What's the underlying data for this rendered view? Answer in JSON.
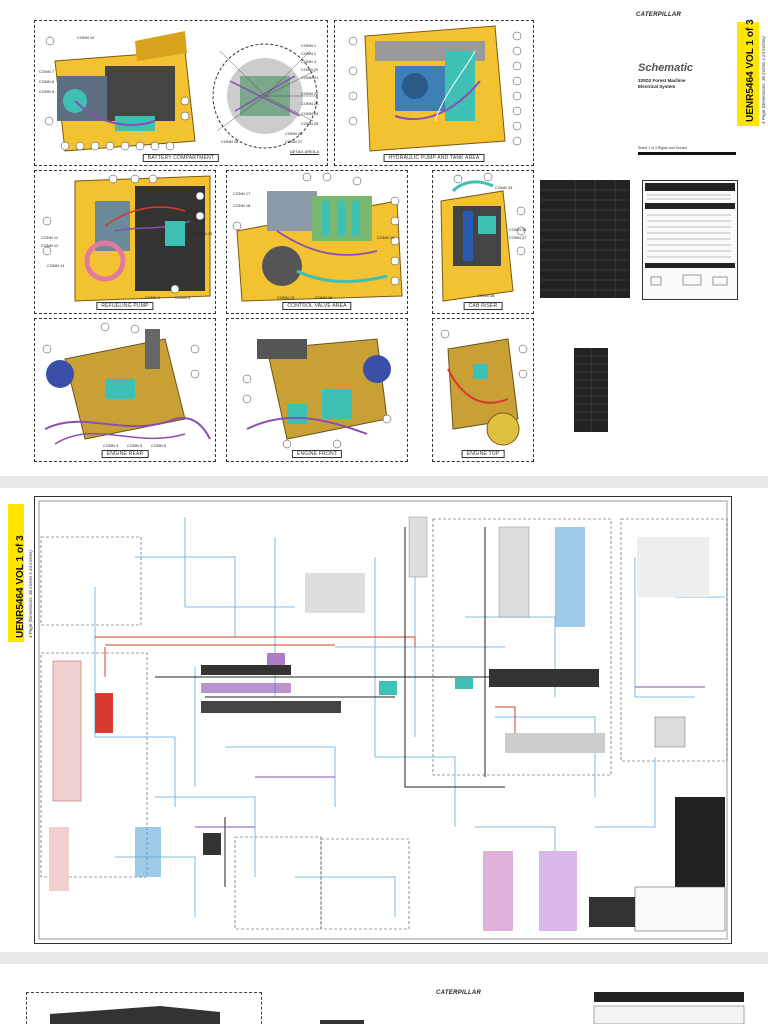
{
  "page1": {
    "brand": "CATERPILLAR",
    "title": "Schematic",
    "subtitle_lines": [
      "320D2 Forest Machine",
      "Electrical System"
    ],
    "copyright": "Sheet 1 of 3 Rights and Service",
    "doc_tab": {
      "number": "UENR5464 VOL 1 of 3",
      "pages": "4 Page (Dimensions: 36 inches x 24 inches)"
    },
    "views": [
      {
        "label": "BATTERY COMPARTMENT",
        "connectors": [
          "CONN 10",
          "CONN 7",
          "CONN 8",
          "CONN 9"
        ]
      },
      {
        "label": "HYDRAULIC PUMP AND TANK AREA",
        "connectors": []
      },
      {
        "label": "REFUELING PUMP",
        "connectors": [
          "CONN 11",
          "CONN 12",
          "CONN 13",
          "CONN 14",
          "CONN 4",
          "CONN 9"
        ]
      },
      {
        "label": "CONTROL VALVE AREA",
        "connectors": [
          "CONN 17",
          "CONN 18",
          "CONN 19",
          "CONN 15",
          "CONN 16"
        ]
      },
      {
        "label": "CAB RISER",
        "connectors": [
          "CONN 33",
          "CONN 36",
          "CONN 37",
          "CONN 38"
        ]
      },
      {
        "label": "ENGINE REAR",
        "connectors": [
          "CONN 4",
          "CONN 5",
          "CONN 6"
        ]
      },
      {
        "label": "ENGINE FRONT",
        "connectors": []
      },
      {
        "label": "ENGINE TOP",
        "connectors": []
      }
    ],
    "callout_caption": "DETAIL AREA A",
    "connectors_right": [
      "CONN 1",
      "CONN 2",
      "CONN 3",
      "CONN 20",
      "CONN 21",
      "CONN 22",
      "CONN 23",
      "CONN 24",
      "CONN 25",
      "CONN 26",
      "CONN 27",
      "CONN 28"
    ]
  },
  "page2": {
    "doc_tab": {
      "number": "UENR5464 VOL 1 of 3",
      "pages": "4 Page (Dimensions: 36 inches x 24 inches)"
    }
  },
  "page3": {
    "brand": "CATERPILLAR"
  },
  "colors": {
    "cat_yellow": "#f2c230",
    "doc_tab": "#ffe500",
    "wire_blue": "#5fa7d9",
    "wire_red": "#d63a2e",
    "wire_purple": "#8a4fb0",
    "teal": "#3fc0b4",
    "dark": "#222222"
  }
}
